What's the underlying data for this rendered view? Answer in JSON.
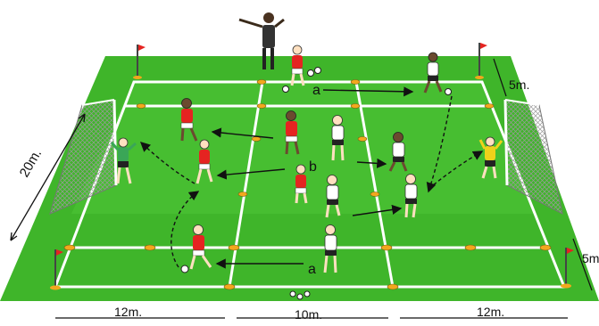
{
  "diagram": {
    "pitch_color": "#3fb52a",
    "line_color": "#ffffff",
    "cone_color": "#f2a81d",
    "red_kit": "#e52421",
    "white_kit": "#ffffff",
    "gk_green": "#3aa657",
    "gk_yellow": "#f0d21a",
    "labels": {
      "pass_a_top": "a",
      "pass_b": "b",
      "pass_a_bottom": "a",
      "dim_width": "20m.",
      "dim_zone_top": "5m.",
      "dim_zone_bottom": "5m.",
      "dim_left_zone": "12m.",
      "dim_middle_zone": "10m.",
      "dim_right_zone": "12m."
    }
  }
}
